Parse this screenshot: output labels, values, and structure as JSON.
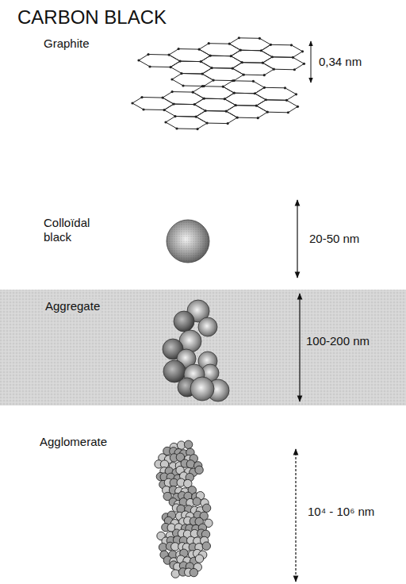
{
  "diagram": {
    "title": "CARBON BLACK",
    "nodes": [
      {
        "text": [
          "Aggregate",
          "100-200 nm"
        ]
      }
    ],
    "labels": [
      "Graphite",
      "0,34 nm",
      "Colloïdal black",
      "20-50 nm",
      "Agglomerate",
      "10⁴ - 10⁶ nm"
    ]
  }
}
